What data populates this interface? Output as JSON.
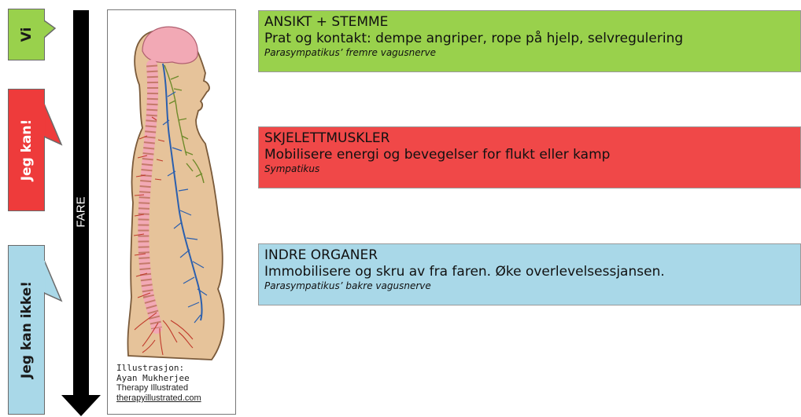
{
  "bubbles": {
    "vi": "Vi",
    "jeg_kan": "Jeg kan!",
    "jeg_kan_ikke": "Jeg kan ikke!"
  },
  "arrow": {
    "label": "FARE"
  },
  "credit": {
    "line1": "Illustrasjon:",
    "line2": "Ayan Mukherjee",
    "line3": "Therapy Illustrated",
    "line4": "therapyillustrated.com"
  },
  "boxes": {
    "face": {
      "title": "ANSIKT + STEMME",
      "text": "Prat og kontakt: dempe angriper, rope på hjelp, selvregulering",
      "note": "Parasympatikus’ fremre vagusnerve"
    },
    "skeleton": {
      "title": "SKJELETTMUSKLER",
      "text": "Mobilisere energi og bevegelser for flukt eller kamp",
      "note": "Sympatikus"
    },
    "organs": {
      "title": "INDRE ORGANER",
      "text": "Immobilisere og skru av fra faren. Øke overlevelsessjansen.",
      "note": "Parasympatikus’ bakre vagusnerve"
    }
  },
  "colors": {
    "green": "#99d14c",
    "red": "#ee3b3b",
    "blue": "#a9d8e8",
    "skin": "#e6c39a",
    "brain": "#f2a9b5",
    "nerve_blue": "#2b5fae",
    "nerve_green": "#6e8a2a",
    "nerve_red": "#c0392b"
  }
}
